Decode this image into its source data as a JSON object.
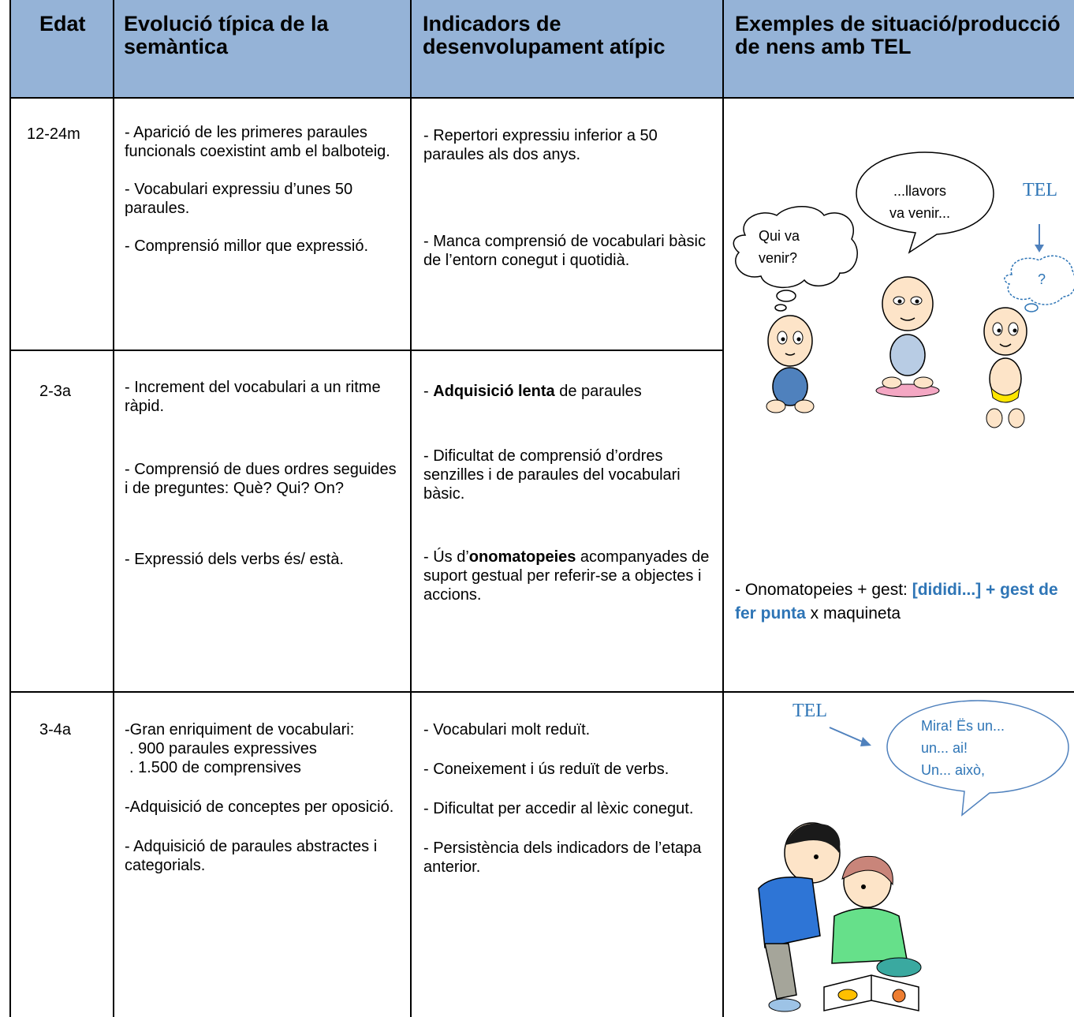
{
  "headers": {
    "age": "Edat",
    "typical": "Evolució típica de la semàntica",
    "atypical": "Indicadors de desenvolupament atípic",
    "examples": "Exemples de situació/producció de nens amb TEL"
  },
  "rows": [
    {
      "age": "12-24m",
      "typical": [
        "- Aparició de les primeres paraules funcionals coexistint amb el balboteig.",
        "- Vocabulari expressiu d’unes 50 paraules.",
        "- Comprensió millor que expressió."
      ],
      "atypical": [
        "- Repertori expressiu inferior a 50 paraules als dos anys.",
        "- Manca comprensió de vocabulari bàsic de l’entorn conegut i quotidià."
      ]
    },
    {
      "age": "2-3a",
      "typical": [
        "- Increment del vocabulari a un ritme ràpid.",
        "- Comprensió de dues ordres seguides i de preguntes: Què? Qui? On?",
        "- Expressió dels verbs és/ està."
      ],
      "atypical": {
        "p1_prefix": "- ",
        "p1_bold": "Adquisició lenta",
        "p1_suffix": " de paraules",
        "p2": "- Dificultat de comprensió d’ordres senzilles i de paraules del vocabulari bàsic.",
        "p3_prefix": "- Ús d’",
        "p3_bold": "onomatopeies",
        "p3_suffix": " acompanyades de suport gestual per referir-se a objectes i accions."
      },
      "example": {
        "prefix": "- Onomatopeies + gest: ",
        "blue1": "[dididi...] + gest de fer punta",
        "suffix": " x maquineta"
      }
    },
    {
      "age": "3-4a",
      "typical": [
        "-Gran enriquiment de vocabulari:",
        ". 900 paraules expressives",
        ". 1.500 de comprensives",
        "-Adquisició de conceptes per oposició.",
        "- Adquisició de paraules abstractes i categorials."
      ],
      "atypical": [
        "- Vocabulari molt reduït.",
        "- Coneixement i ús reduït de verbs.",
        "- Dificultat per accedir al lèxic conegut.",
        "- Persistència dels indicadors de l’etapa anterior."
      ]
    }
  ],
  "illustration1": {
    "bubble_left": [
      "Qui va",
      "venir?"
    ],
    "bubble_mid": [
      "...llavors",
      "va venir..."
    ],
    "bubble_right": "?",
    "tel_label": "TEL"
  },
  "illustration2": {
    "tel_label": "TEL",
    "bubble": [
      "Mira! Ës un...",
      "un... ai!",
      "Un... això,"
    ]
  }
}
